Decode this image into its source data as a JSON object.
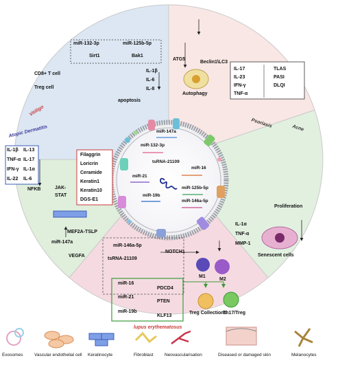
{
  "sections": {
    "vitiligo": "Vitiligo",
    "atopic_dermatitis": "Atopic Dermatitis",
    "psoriasis": "Psoriasis",
    "acne": "Acne",
    "lupus": "lupus erythematosus"
  },
  "center": {
    "mirs": [
      "miR-147a",
      "miR-132-3p",
      "miR-16",
      "tsRNA-21109",
      "miR-125b-5p",
      "miR-21",
      "miR-146a-5p",
      "miR-19b"
    ]
  },
  "vitiligo_panel": {
    "mir1": "miR-132-3p",
    "mir2": "miR-125b-5p",
    "target1": "Sirt1",
    "target2": "Bak1",
    "cd8": "CD8+ T cell",
    "treg": "Treg cell",
    "apoptosis": "apoptosis",
    "cytokines": [
      "IL-1β",
      "IL-6",
      "IL-8"
    ]
  },
  "psoriasis_panel": {
    "atg5": "ATG5",
    "beclin": "Beclin1\\LC3",
    "autophagy": "Autophagy",
    "left_col": [
      "IL-17",
      "IL-23",
      "IFN-γ",
      "TNF-α"
    ],
    "right_col": [
      "TLAS",
      "PASI",
      "DLQI"
    ]
  },
  "atopic_panel": {
    "cytokines": [
      "IL-1β",
      "IL-13",
      "TNF-α",
      "IL-17",
      "IFN-γ",
      "IL-1α",
      "IL-22",
      "IL-6"
    ],
    "nfkb": "NFKB",
    "jak": "JAK-",
    "stat": "STAT",
    "barrier": [
      "Filaggrin",
      "Loricrin",
      "Ceramide",
      "Keratin1",
      "Keratin10",
      "DGS-E1"
    ],
    "mef2a": "MEF2A-TSLP",
    "mir147a": "miR-147a",
    "vegfa": "VEGFA"
  },
  "acne_panel": {
    "proliferation": "Proliferation",
    "cytokines": [
      "IL-1α",
      "TNF-α",
      "MMP-1"
    ],
    "senescent": "Senescent cells"
  },
  "lupus_panel": {
    "mir146a": "miR-146a-5p",
    "tsrna": "tsRNA-21109",
    "notch1": "NOTCH1",
    "m1": "M1",
    "m2": "M2",
    "mir16": "miR-16",
    "pdcd4": "PDCD4",
    "mir21": "miR-21",
    "pten": "PTEN",
    "mir19b": "miR-19b",
    "klf13": "KLF13",
    "treg": "Treg Collections",
    "th17": "Th17/Treg"
  },
  "legend": [
    "Exosomes",
    "Vascular  endothelial cell",
    "Keratinocyte",
    "Fibroblast",
    "Neovascularisation",
    "Diseased or damaged skin",
    "Melanocytes"
  ],
  "colors": {
    "vitiligo_bg": "#dfe8f3",
    "psoriasis_bg": "#faeae6",
    "acne_bg": "#e3f1e2",
    "lupus_bg": "#f6dde3",
    "atopic_bg": "#e3f0df"
  }
}
